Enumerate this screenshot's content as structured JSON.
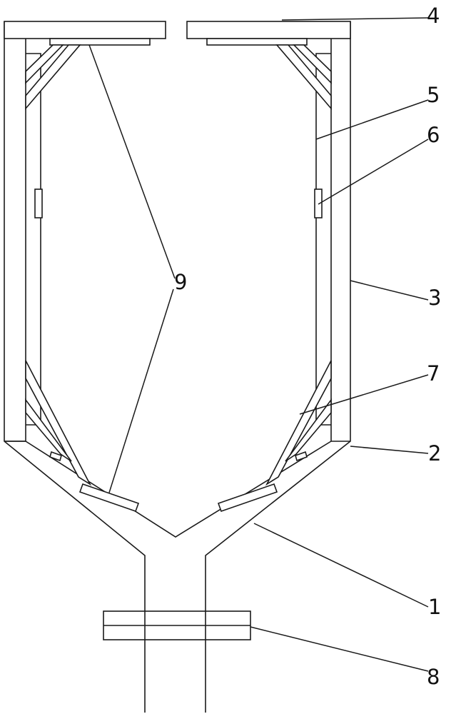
{
  "diagram": {
    "labels": {
      "l1": "1",
      "l2": "2",
      "l3": "3",
      "l4": "4",
      "l5": "5",
      "l6": "6",
      "l7": "7",
      "l8": "8",
      "l9": "9"
    },
    "colors": {
      "line": "#1a1a1a",
      "background": "#ffffff"
    }
  }
}
